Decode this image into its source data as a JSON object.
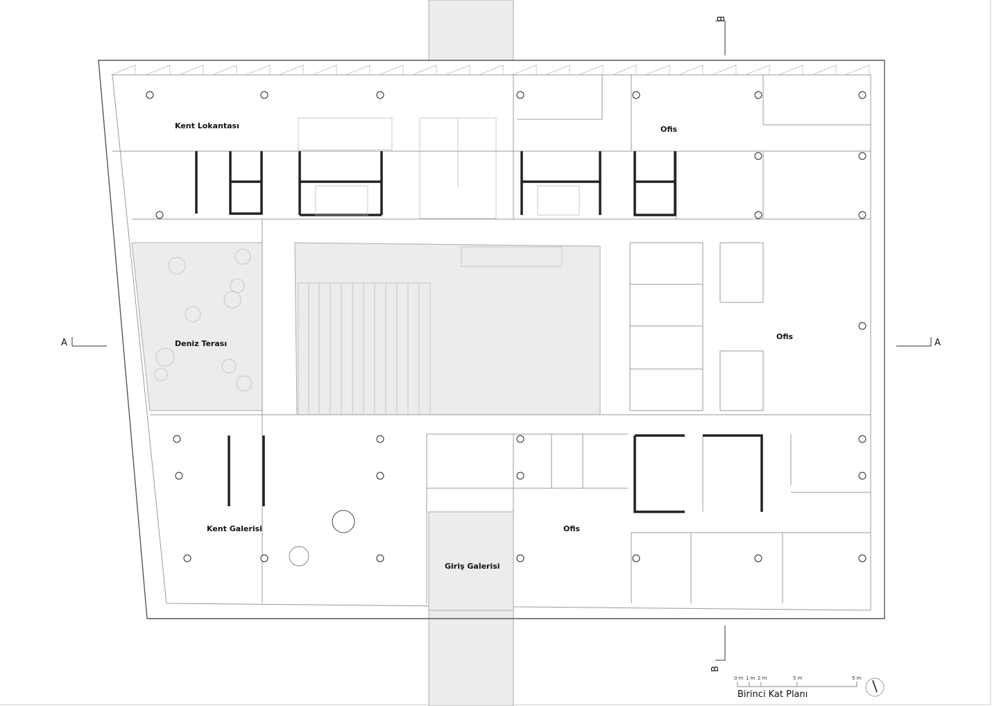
{
  "title": "Birinci Kat Planı",
  "rooms": {
    "kent_lokantasi": "Kent Lokantası",
    "deniz_terasi": "Deniz Terası",
    "kent_galerisi": "Kent Galerisi",
    "giris_galerisi": "Giriş Galerisi",
    "ofis_top": "Ofis",
    "ofis_right": "Ofis",
    "ofis_bottom": "Ofis"
  },
  "section_marks": {
    "a_left": "A",
    "a_right": "A",
    "b_top": "B",
    "b_bottom": "B"
  },
  "scale_bar": {
    "ticks": [
      "0 m",
      "1 m",
      "2 m",
      "5 m",
      "5 m"
    ]
  },
  "north_arrow": "north-arrow-icon"
}
